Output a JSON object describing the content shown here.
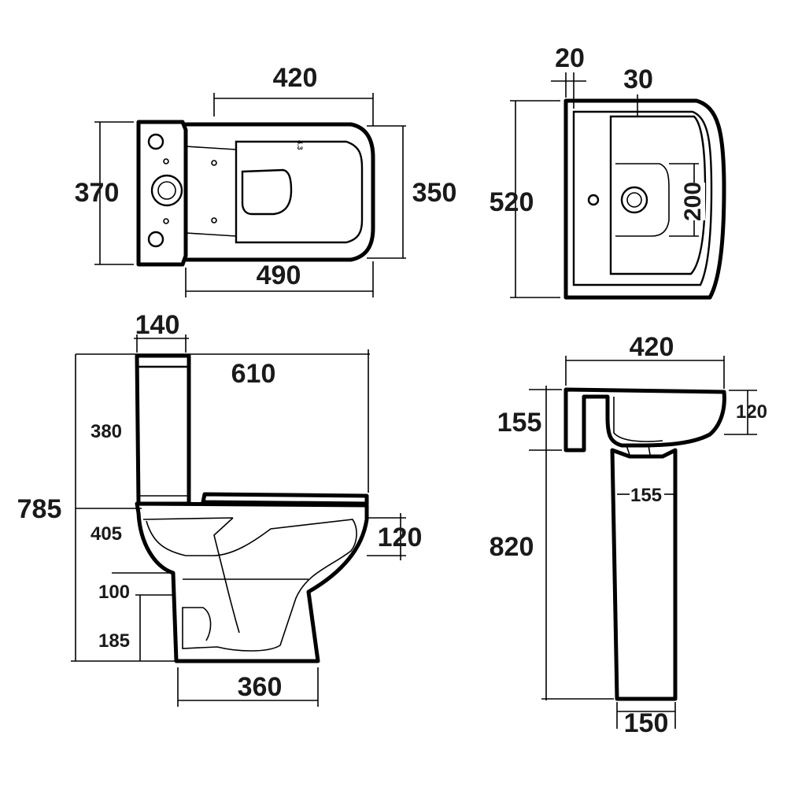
{
  "toilet_plan": {
    "width_top": "420",
    "depth_left": "370",
    "depth_right": "350",
    "width_bottom": "490"
  },
  "basin_plan": {
    "rim": "20",
    "inset": "30",
    "depth": "520",
    "bowl": "200"
  },
  "toilet_side": {
    "cistern_depth": "140",
    "length": "610",
    "cistern_height": "380",
    "total_height": "785",
    "pan_height": "405",
    "outlet_height": "120",
    "outlet_upper": "100",
    "outlet_lower": "185",
    "footprint": "360"
  },
  "basin_side": {
    "width": "420",
    "front_depth": "155",
    "bowl_depth": "120",
    "pedestal_width": "155",
    "pedestal_height": "820",
    "base": "150"
  }
}
